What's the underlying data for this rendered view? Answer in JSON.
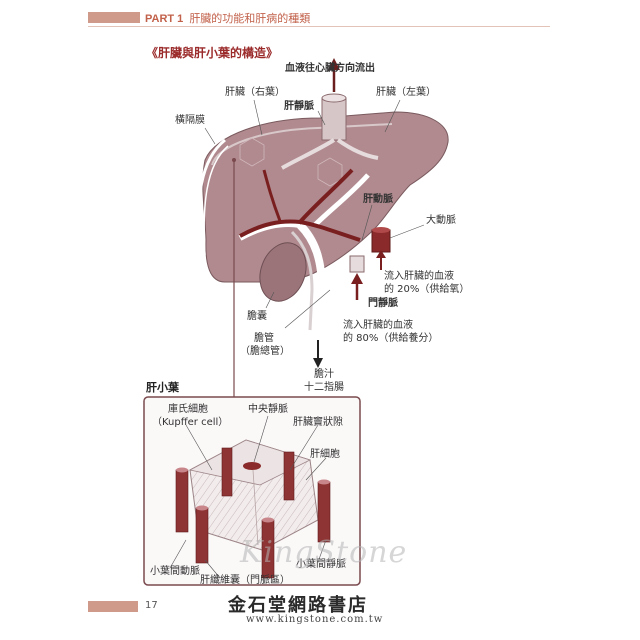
{
  "header": {
    "part": "PART 1",
    "title": "肝臟的功能和肝病的種類"
  },
  "section_title": "《肝臟與肝小葉的構造》",
  "liver_labels": {
    "blood_to_heart": "血液往心臟方向流出",
    "liver_right": "肝臟（右葉）",
    "liver_left": "肝臟（左葉）",
    "hepatic_vein": "肝靜脈",
    "diaphragm": "橫隔膜",
    "hepatic_artery": "肝動脈",
    "aorta": "大動脈",
    "artery_flow_1": "流入肝臟的血液",
    "artery_flow_2": "的 20%（供給氧）",
    "portal_vein": "門靜脈",
    "portal_flow_1": "流入肝臟的血液",
    "portal_flow_2": "的 80%（供給養分）",
    "gallbladder": "膽囊",
    "bile_duct_1": "膽管",
    "bile_duct_2": "（膽總管）",
    "bile_1": "膽汁",
    "bile_2": "十二指腸"
  },
  "lobule": {
    "title": "肝小葉",
    "kupffer_1": "庫氏細胞",
    "kupffer_2": "（Kupffer cell）",
    "central_vein": "中央靜脈",
    "sinusoid": "肝臟竇狀隙",
    "hepatocyte": "肝細胞",
    "interlobular_artery": "小葉間動脈",
    "interlobular_vein": "小葉間靜脈",
    "portal_area": "肝纖維囊（門脈區）"
  },
  "footer": {
    "page": "17"
  },
  "watermark": {
    "logo": "KingStone",
    "name": "金石堂網路書店",
    "url": "www.kingstone.com.tw"
  },
  "colors": {
    "liver": "#a97f84",
    "vessel": "#8a2a2a",
    "accent": "#c2614a"
  }
}
